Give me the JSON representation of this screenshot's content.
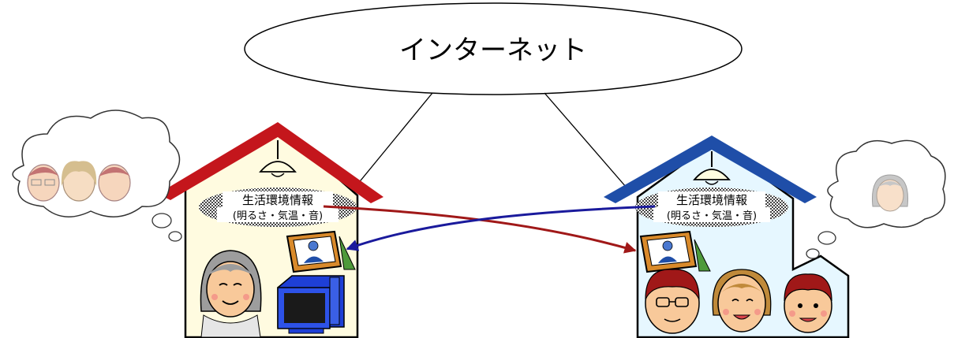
{
  "diagram": {
    "network_label": "インターネット",
    "left_house": {
      "info_line1": "生活環境情報",
      "info_line2": "(明るさ・気温・音)"
    },
    "right_house": {
      "info_line1": "生活環境情報",
      "info_line2": "(明るさ・気温・音)"
    },
    "colors": {
      "left_roof": "#c4161c",
      "right_roof": "#1f4ea8",
      "left_wall": "#fffbe0",
      "right_wall": "#e6f7ff",
      "arrow_to_right": "#a01818",
      "arrow_to_left": "#1a1a9c"
    }
  }
}
